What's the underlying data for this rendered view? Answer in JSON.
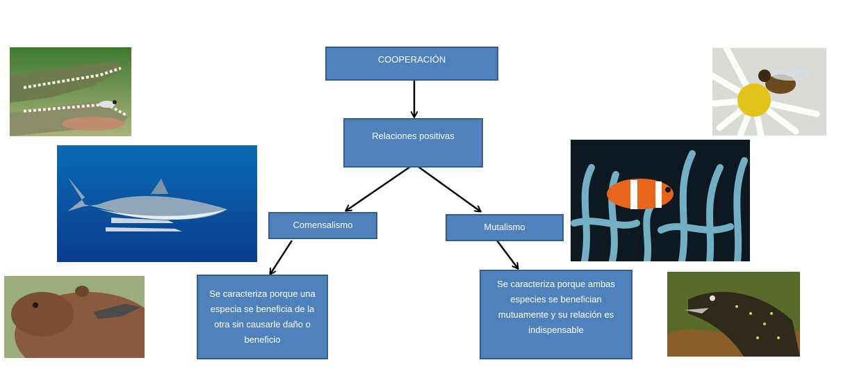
{
  "diagram": {
    "root": "COOPERACIÓN",
    "level1": "Relaciones positivas",
    "left_branch": {
      "title": "Comensalismo",
      "description": "Se caracteriza porque una especia se beneficia de la otra sin causarle daño o beneficio"
    },
    "right_branch": {
      "title": "Mutalismo",
      "description": "Se caracteriza porque ambas especies se benefician mutuamente  y su relación es indispensable"
    }
  },
  "colors": {
    "box_fill": "#4f81bd",
    "box_border": "#385d8a",
    "box_text": "#ffffff",
    "arrow": "#000000"
  },
  "images": [
    "crocodile-plover-photo",
    "shark-remora-photo",
    "capybara-bird-photo",
    "bee-flower-photo",
    "clownfish-anemone-photo",
    "moray-eel-photo"
  ]
}
